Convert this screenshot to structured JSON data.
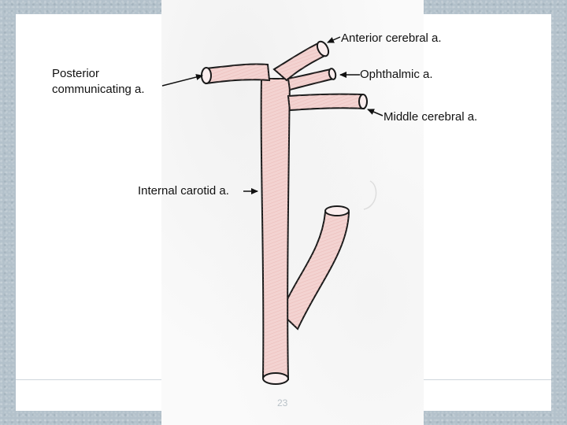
{
  "diagram": {
    "labels": {
      "anterior_cerebral": "Anterior cerebral a.",
      "posterior_communicating_line1": "Posterior",
      "posterior_communicating_line2": "communicating a.",
      "ophthalmic": "Ophthalmic a.",
      "middle_cerebral": "Middle cerebral a.",
      "internal_carotid": "Internal carotid a."
    },
    "colors": {
      "vessel_fill": "#f3d3d1",
      "vessel_shade": "#e3a7a4",
      "outline": "#1a1a1a"
    }
  },
  "footer": {
    "page_number": "23"
  }
}
